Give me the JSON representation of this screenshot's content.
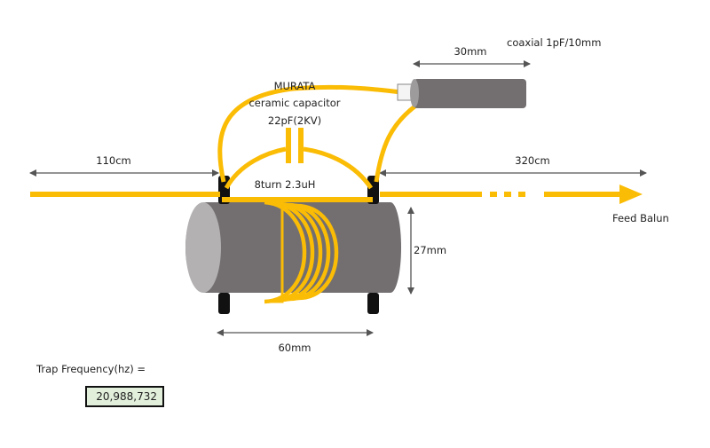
{
  "colors": {
    "wire": "#fbbc05",
    "core": "#736f70",
    "core_end": "#b3b1b2",
    "terminal": "#111111",
    "arrow": "#555555",
    "result_box": "#e2efdb"
  },
  "labels": {
    "left_length": "110cm",
    "right_length": "320cm",
    "capacitor_line1": "MURATA",
    "capacitor_line2": "ceramic capacitor",
    "capacitor_line3": "22pF(2KV)",
    "coil": "8turn 2.3uH",
    "coax_length": "30mm",
    "coax_spec": "coaxial 1pF/10mm",
    "core_diameter": "27mm",
    "core_length": "60mm",
    "feed": "Feed Balun"
  },
  "result": {
    "label": "Trap Frequency(hz) =",
    "value": "20,988,732"
  },
  "coil_turns_drawn": 5
}
